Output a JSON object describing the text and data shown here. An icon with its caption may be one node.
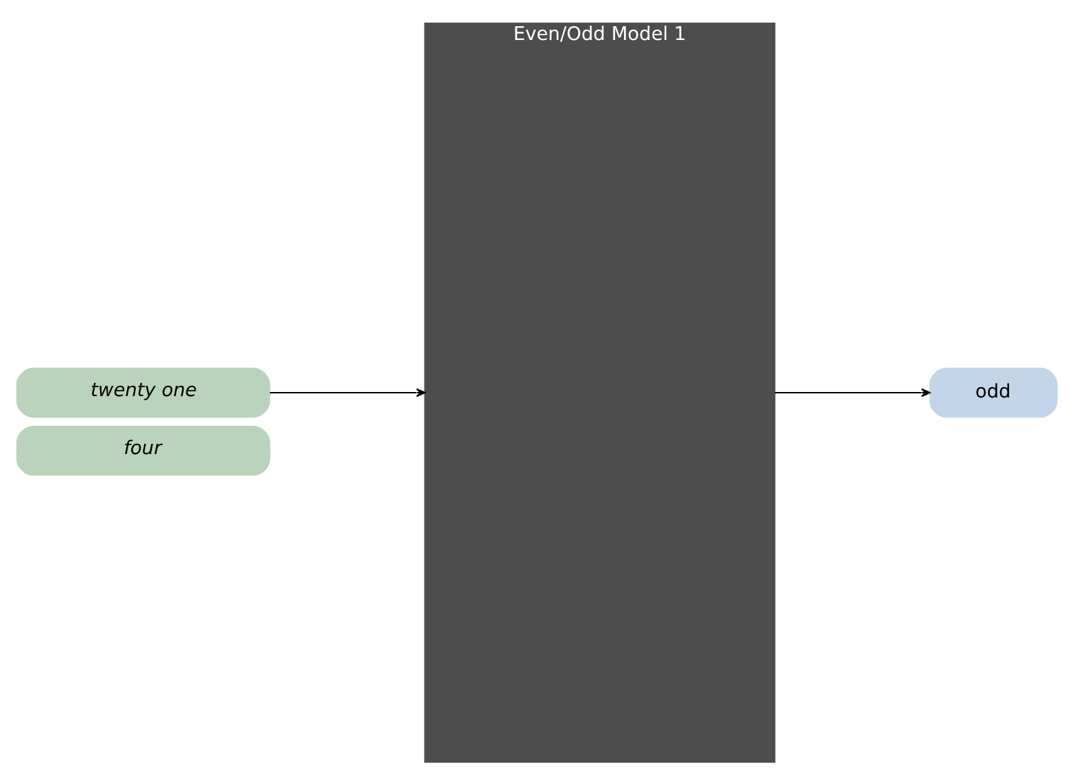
{
  "diagram": {
    "nodes": [
      {
        "text": [
          "four"
        ]
      },
      {
        "text": [
          "twenty one"
        ]
      },
      {
        "text": [
          "Even/Odd Model 1"
        ]
      },
      {
        "text": [
          "odd"
        ]
      }
    ],
    "edges": [
      {
        "from": 1,
        "to": 2,
        "arrow": "to"
      },
      {
        "from": 2,
        "to": 3,
        "arrow": "to"
      }
    ]
  }
}
